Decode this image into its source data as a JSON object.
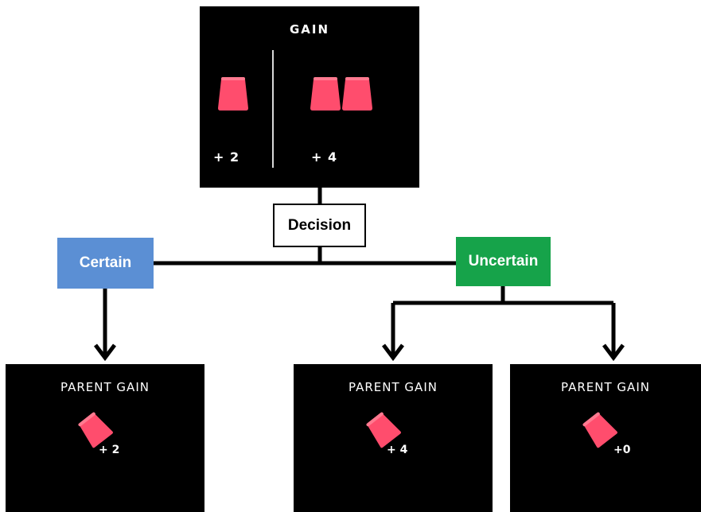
{
  "top_panel": {
    "title": "GAIN",
    "left_option": {
      "cups": 1,
      "label": "+ 2"
    },
    "right_option": {
      "cups": 2,
      "label": "+ 4"
    }
  },
  "decision_node": {
    "label": "Decision"
  },
  "certain_node": {
    "label": "Certain",
    "color": "#5b8fd4"
  },
  "uncertain_node": {
    "label": "Uncertain",
    "color": "#16a34a"
  },
  "outcomes": [
    {
      "title": "PARENT GAIN",
      "value": "+ 2"
    },
    {
      "title": "PARENT GAIN",
      "value": "+ 4"
    },
    {
      "title": "PARENT GAIN",
      "value": "+0"
    }
  ],
  "colors": {
    "cup": "#ff4d6d",
    "panel": "#000000",
    "line": "#000000"
  }
}
